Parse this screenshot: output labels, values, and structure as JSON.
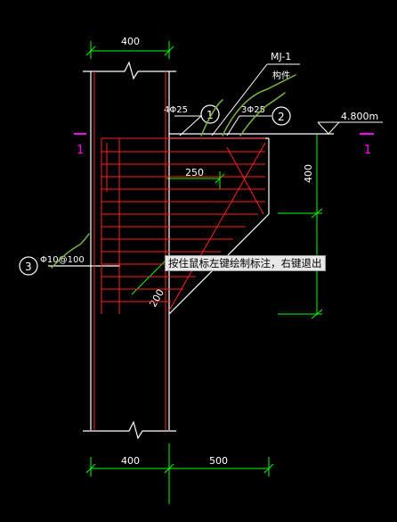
{
  "dimensions": {
    "top_width": "400",
    "bottom_left": "400",
    "bottom_right": "500",
    "inner_250": "250",
    "inner_200": "200",
    "right_height": "400"
  },
  "labels": {
    "mj_tag": "MJ-1",
    "mj_sub": "构件",
    "rebar_top_left": "4Φ25",
    "rebar_top_right": "3Φ25",
    "stirrup": "Φ10@100",
    "elevation": "4.800m",
    "section_left": "1",
    "section_right": "1",
    "callout_1": "1",
    "callout_2": "2",
    "callout_3": "3"
  },
  "tooltip": {
    "text": "按住鼠标左键绘制标注，右键退出"
  },
  "colors": {
    "background": "#000000",
    "dim_green": "#00ff00",
    "rebar_red": "#ff2020",
    "outline_white": "#ffffff",
    "section_magenta": "#ff00ff",
    "leader_olive": "#6fa53a"
  }
}
